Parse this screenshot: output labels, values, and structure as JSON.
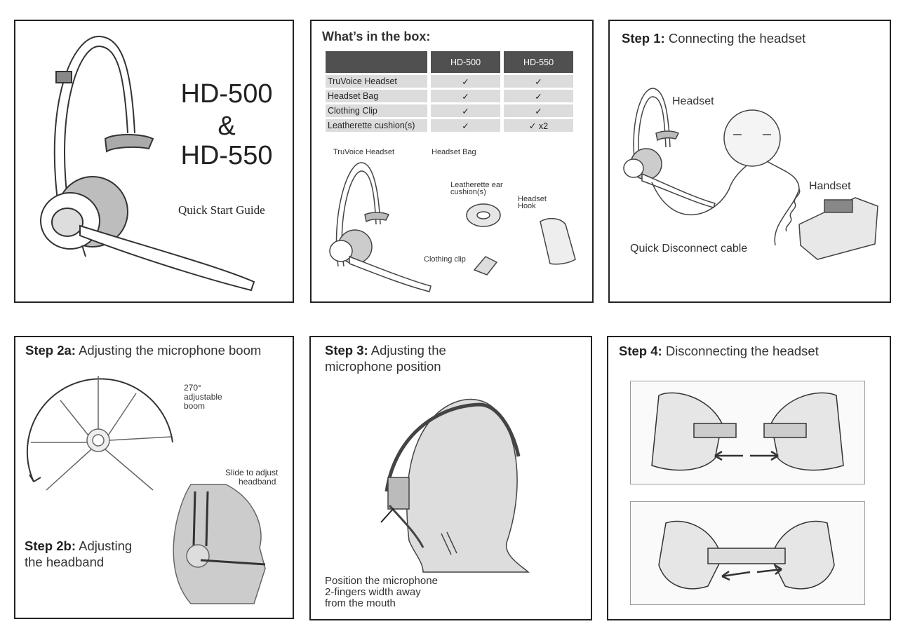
{
  "cover": {
    "model_a": "HD-500",
    "ampersand": "&",
    "model_b": "HD-550",
    "subtitle": "Quick Start Guide"
  },
  "box": {
    "title": "What’s in the box:",
    "columns": [
      "",
      "HD-500",
      "HD-550"
    ],
    "rows": [
      {
        "item": "TruVoice Headset",
        "a": "✓",
        "b": "✓"
      },
      {
        "item": "Headset Bag",
        "a": "✓",
        "b": "✓"
      },
      {
        "item": "Clothing Clip",
        "a": "✓",
        "b": "✓"
      },
      {
        "item": "Leatherette cushion(s)",
        "a": "✓",
        "b": "✓   x2"
      }
    ],
    "labels": {
      "headset": "TruVoice Headset",
      "bag": "Headset Bag",
      "cushion_line1": "Leatherette ear",
      "cushion_line2": "cushion(s)",
      "hook_line1": "Headset",
      "hook_line2": "Hook",
      "clip": "Clothing clip"
    }
  },
  "step1": {
    "bold": "Step 1:",
    "text": " Connecting the headset",
    "label_headset": "Headset",
    "label_handset": "Handset",
    "label_cable": "Quick Disconnect cable"
  },
  "step2": {
    "bold": "Step 2a:",
    "text": " Adjusting the microphone boom",
    "boom_line1": "270°",
    "boom_line2": "adjustable",
    "boom_line3": "boom",
    "slide_line1": "Slide to adjust",
    "slide_line2": "headband",
    "b_bold": "Step 2b:",
    "b_text": " Adjusting",
    "b_text2": "the headband"
  },
  "step3": {
    "bold": "Step 3:",
    "text": " Adjusting the",
    "text2": "microphone position",
    "note_line1": "Position the microphone",
    "note_line2": "2-fingers width away",
    "note_line3": "from the mouth"
  },
  "step4": {
    "bold": "Step 4:",
    "text": " Disconnecting the headset"
  }
}
